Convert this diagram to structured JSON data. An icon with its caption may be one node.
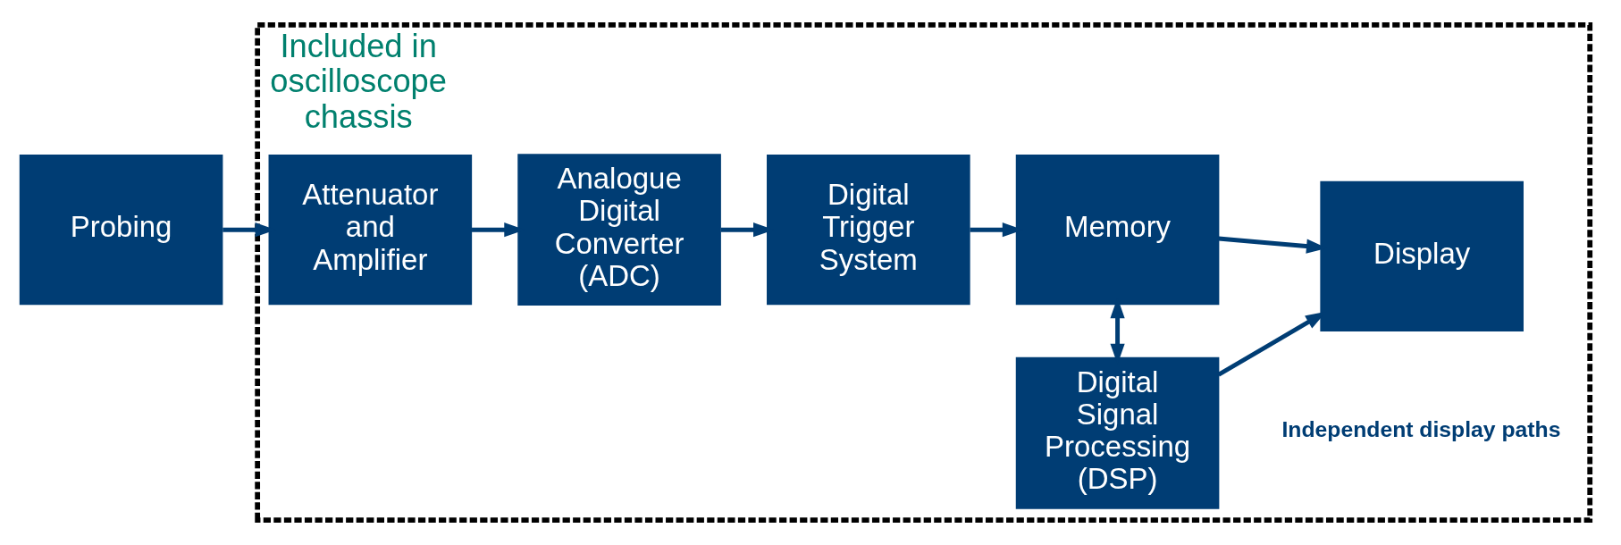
{
  "diagram": {
    "nodes": [
      {
        "text": [
          "Probing"
        ]
      },
      {
        "text": [
          "Included in oscilloscope chassis"
        ]
      },
      {
        "text": [
          "Attenuator and Amplifier"
        ],
        "in": 1
      },
      {
        "text": [
          "Analogue Digital Converter (ADC)"
        ],
        "in": 1
      },
      {
        "text": [
          "Digital Trigger System"
        ],
        "in": 1
      },
      {
        "text": [
          "Digital Signal Processing (DSP)"
        ],
        "in": 1
      },
      {
        "text": [
          "Memory"
        ],
        "in": 1
      },
      {
        "text": [
          "Display"
        ],
        "in": 1
      }
    ],
    "edges": [
      {
        "from": 0,
        "to": 2,
        "arrow": "to"
      },
      {
        "from": 2,
        "to": 3,
        "arrow": "to"
      },
      {
        "from": 3,
        "to": 4,
        "arrow": "to"
      },
      {
        "from": 4,
        "to": 6,
        "arrow": "to"
      },
      {
        "from": 5,
        "to": 6,
        "arrow": "both"
      },
      {
        "from": 5,
        "to": 7,
        "arrow": "to"
      },
      {
        "from": 6,
        "to": 7,
        "arrow": "to"
      }
    ],
    "labels": [
      "Independent display paths"
    ]
  }
}
